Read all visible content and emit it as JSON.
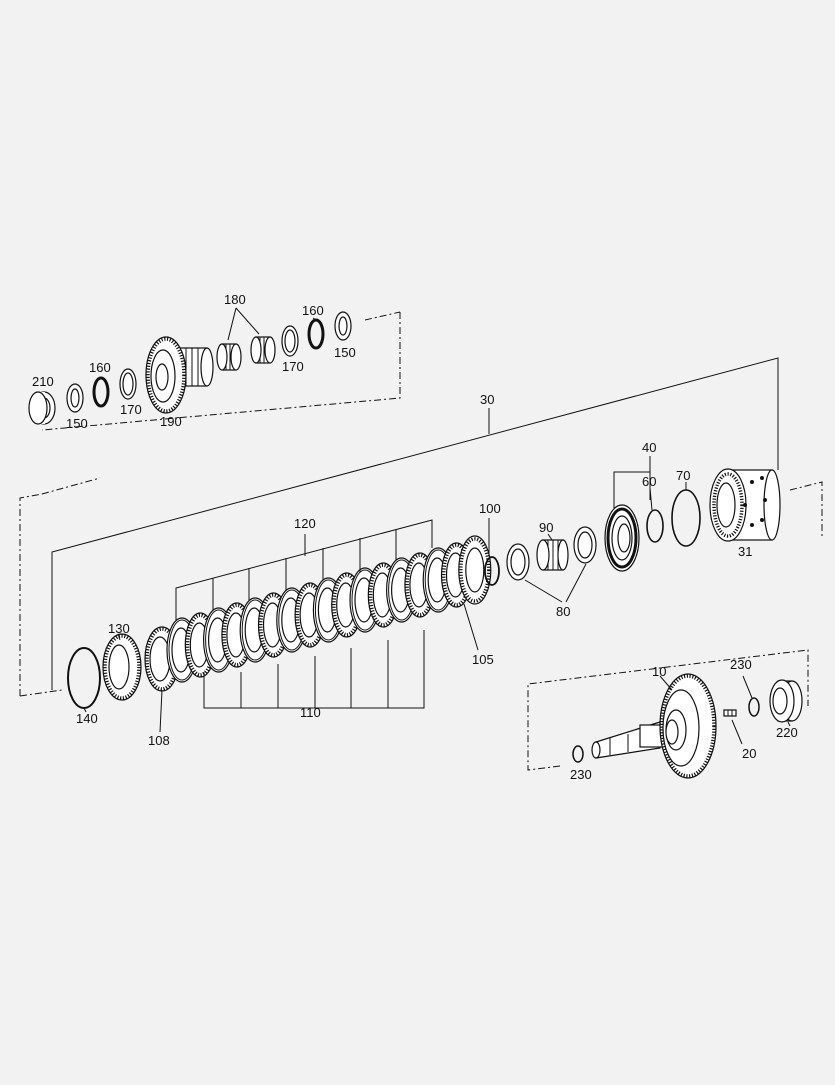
{
  "diagram": {
    "type": "exploded-parts-diagram",
    "callouts": [
      "210",
      "150",
      "160",
      "170",
      "190",
      "180",
      "170",
      "160",
      "150",
      "30",
      "120",
      "100",
      "90",
      "40",
      "60",
      "70",
      "31",
      "130",
      "140",
      "108",
      "110",
      "105",
      "80",
      "10",
      "230",
      "20",
      "220",
      "230"
    ]
  }
}
